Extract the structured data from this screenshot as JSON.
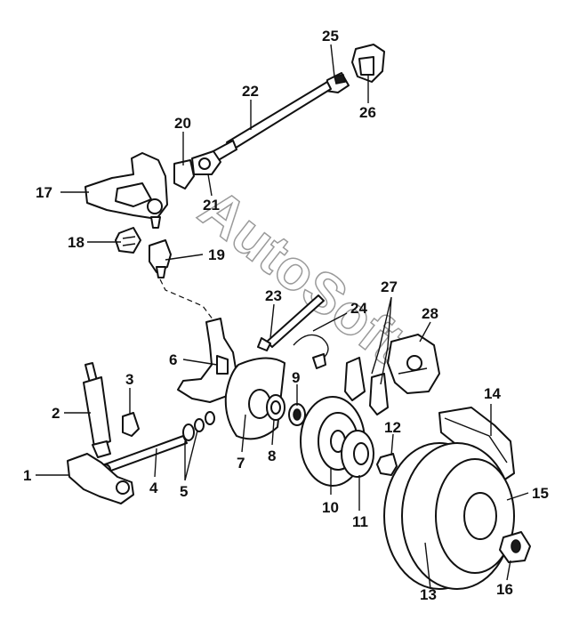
{
  "watermark": "AutoSoft",
  "callouts": [
    "1",
    "2",
    "3",
    "4",
    "5",
    "6",
    "7",
    "8",
    "9",
    "10",
    "11",
    "12",
    "13",
    "14",
    "15",
    "16",
    "17",
    "18",
    "19",
    "20",
    "21",
    "22",
    "23",
    "24",
    "25",
    "26",
    "27",
    "28"
  ]
}
